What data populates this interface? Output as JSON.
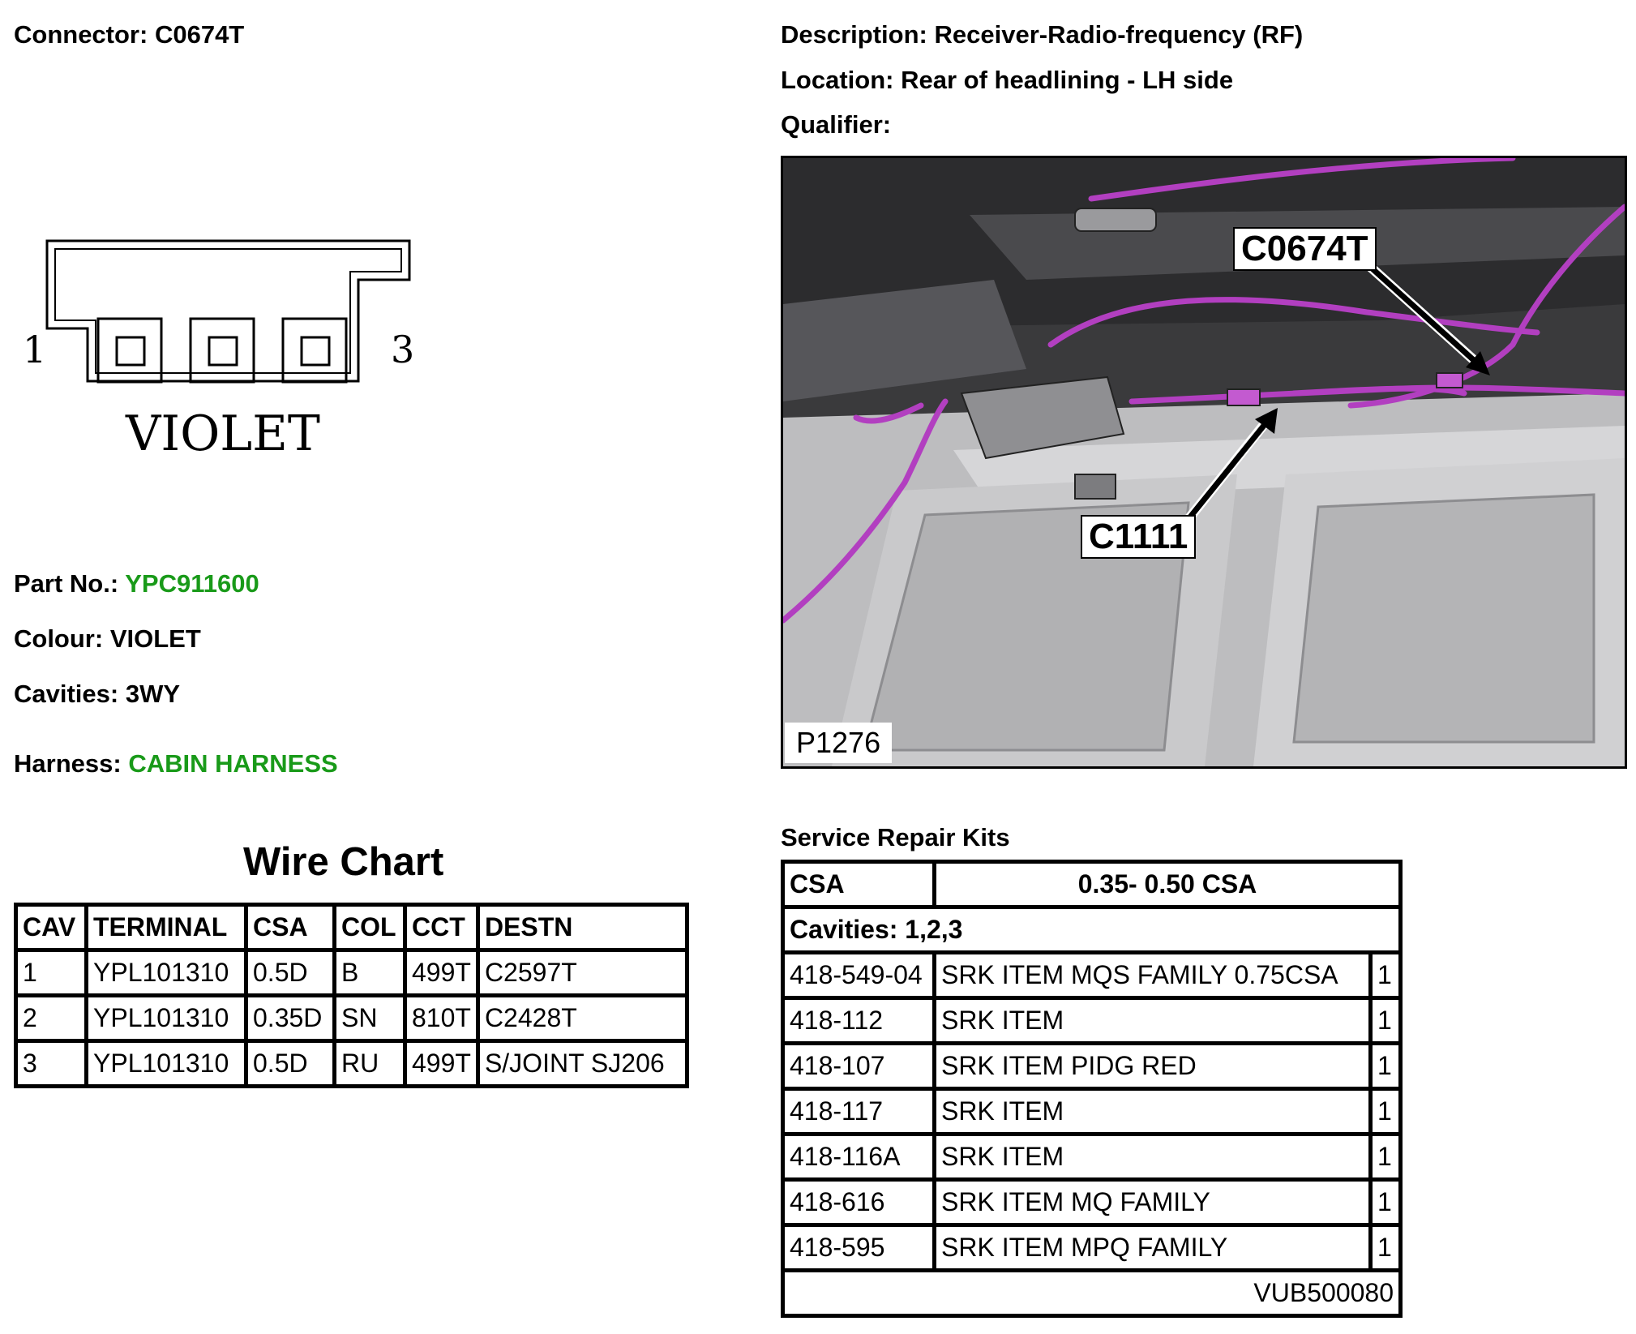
{
  "header": {
    "connector_label": "Connector:",
    "connector_value": "C0674T",
    "description_label": "Description:",
    "description_value": "Receiver-Radio-frequency (RF)",
    "location_label": "Location:",
    "location_value": "Rear of headlining - LH side",
    "qualifier_label": "Qualifier:"
  },
  "connector_drawing": {
    "pin_left": "1",
    "pin_right": "3",
    "colour_text": "VIOLET"
  },
  "details": {
    "part_label": "Part No.:",
    "part_value": "YPC911600",
    "colour_label": "Colour:",
    "colour_value": "VIOLET",
    "cavities_label": "Cavities:",
    "cavities_value": "3WY",
    "harness_label": "Harness:",
    "harness_value": "CABIN HARNESS",
    "accent_color": "#199a19"
  },
  "photo": {
    "callout_top": "C0674T",
    "callout_bottom": "C1111",
    "ref": "P1276",
    "wire_color": "#b23fc0"
  },
  "wire_chart": {
    "title": "Wire Chart",
    "headers": [
      "CAV",
      "TERMINAL",
      "CSA",
      "COL",
      "CCT",
      "DESTN"
    ],
    "rows": [
      [
        "1",
        "YPL101310",
        "0.5D",
        "B",
        "499T",
        "C2597T"
      ],
      [
        "2",
        "YPL101310",
        "0.35D",
        "SN",
        "810T",
        "C2428T"
      ],
      [
        "3",
        "YPL101310",
        "0.5D",
        "RU",
        "499T",
        "S/JOINT SJ206"
      ]
    ]
  },
  "service_kits": {
    "title": "Service Repair Kits",
    "csa_label": "CSA",
    "csa_range": "0.35- 0.50 CSA",
    "cavities": "Cavities: 1,2,3",
    "items": [
      [
        "418-549-04",
        "SRK ITEM MQS FAMILY 0.75CSA",
        "1"
      ],
      [
        "418-112",
        "SRK ITEM",
        "1"
      ],
      [
        "418-107",
        "SRK ITEM PIDG RED",
        "1"
      ],
      [
        "418-117",
        "SRK ITEM",
        "1"
      ],
      [
        "418-116A",
        "SRK ITEM",
        "1"
      ],
      [
        "418-616",
        "SRK ITEM MQ FAMILY",
        "1"
      ],
      [
        "418-595",
        "SRK ITEM MPQ FAMILY",
        "1"
      ]
    ],
    "footer_code": "VUB500080"
  }
}
